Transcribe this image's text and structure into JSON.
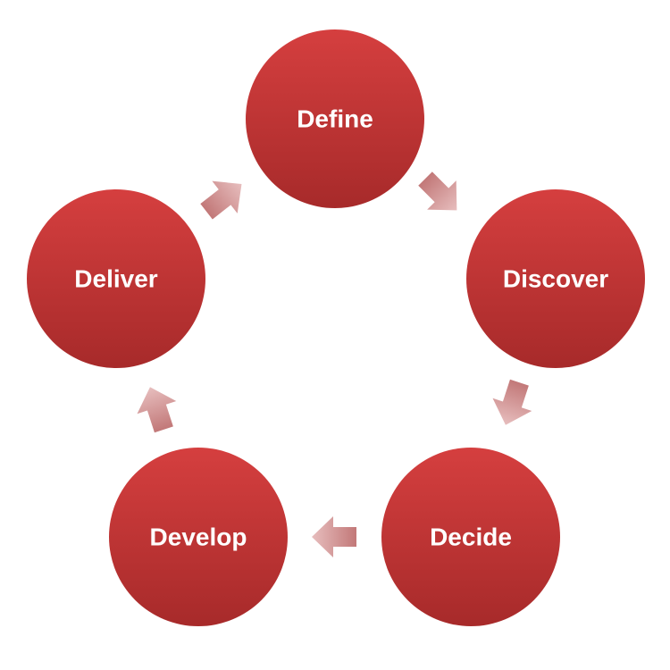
{
  "diagram": {
    "type": "cycle",
    "nodes": [
      {
        "label": "Define"
      },
      {
        "label": "Discover"
      },
      {
        "label": "Decide"
      },
      {
        "label": "Develop"
      },
      {
        "label": "Deliver"
      }
    ],
    "colors": {
      "node_light": "#d53f3f",
      "node_dark": "#a72a2a",
      "arrow_light": "#e7bebe",
      "arrow_dark": "#c27878",
      "label": "#ffffff"
    }
  }
}
